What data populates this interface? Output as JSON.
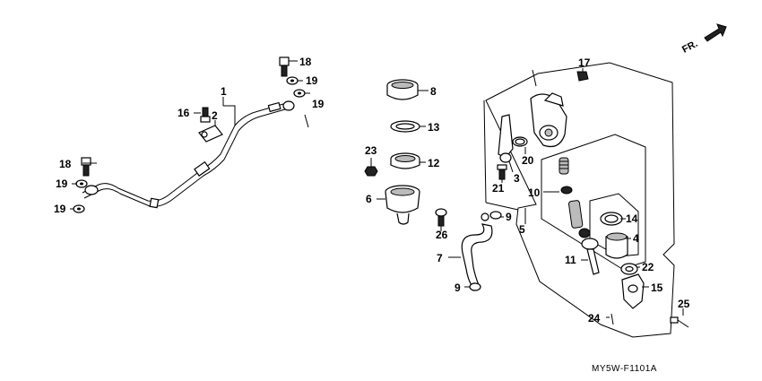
{
  "diagram": {
    "reference_code": "MY5W-F1101A",
    "direction_label": "FR.",
    "callouts": [
      {
        "id": "c1",
        "label": "1"
      },
      {
        "id": "c2",
        "label": "2"
      },
      {
        "id": "c16",
        "label": "16"
      },
      {
        "id": "c18a",
        "label": "18"
      },
      {
        "id": "c19a",
        "label": "19"
      },
      {
        "id": "c19b",
        "label": "19"
      },
      {
        "id": "c18b",
        "label": "18"
      },
      {
        "id": "c19c",
        "label": "19"
      },
      {
        "id": "c19d",
        "label": "19"
      },
      {
        "id": "c8",
        "label": "8"
      },
      {
        "id": "c13",
        "label": "13"
      },
      {
        "id": "c23",
        "label": "23"
      },
      {
        "id": "c12",
        "label": "12"
      },
      {
        "id": "c6",
        "label": "6"
      },
      {
        "id": "c26",
        "label": "26"
      },
      {
        "id": "c17",
        "label": "17"
      },
      {
        "id": "c20",
        "label": "20"
      },
      {
        "id": "c3",
        "label": "3"
      },
      {
        "id": "c21",
        "label": "21"
      },
      {
        "id": "c10",
        "label": "10"
      },
      {
        "id": "c9a",
        "label": "9"
      },
      {
        "id": "c5",
        "label": "5"
      },
      {
        "id": "c14",
        "label": "14"
      },
      {
        "id": "c4",
        "label": "4"
      },
      {
        "id": "c7",
        "label": "7"
      },
      {
        "id": "c11",
        "label": "11"
      },
      {
        "id": "c22",
        "label": "22"
      },
      {
        "id": "c9b",
        "label": "9"
      },
      {
        "id": "c15",
        "label": "15"
      },
      {
        "id": "c25",
        "label": "25"
      },
      {
        "id": "c24",
        "label": "24"
      }
    ]
  }
}
